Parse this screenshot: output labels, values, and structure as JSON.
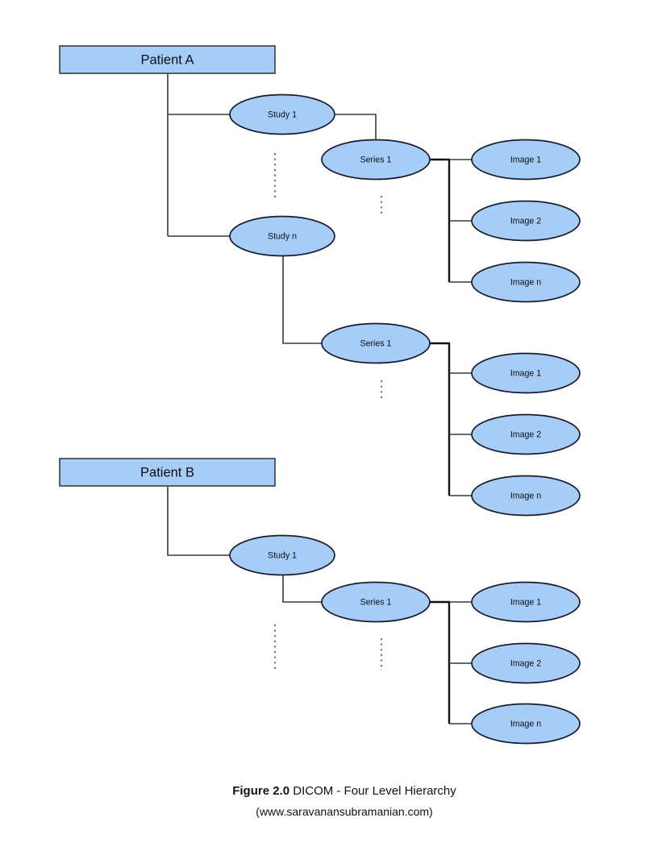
{
  "figure": {
    "caption_bold": "Figure 2.0",
    "caption_rest": " DICOM - Four Level Hierarchy",
    "source": "(www.saravanansubramanian.com)"
  },
  "colors": {
    "node_fill": "#A5CDF5",
    "node_stroke": "#1b1b2f",
    "box_stroke": "#3b3b3b",
    "link_stroke": "#3a3a3a",
    "dots_stroke": "#777777",
    "text": "#0d0d1a",
    "background": "#ffffff"
  },
  "diagram": {
    "type": "tree-hierarchy",
    "levels": [
      "Patient",
      "Study",
      "Series",
      "Image"
    ],
    "patients": [
      {
        "id": "patient-a",
        "label": "Patient A",
        "studies": [
          {
            "id": "study-a-1",
            "label": "Study 1",
            "series": [
              {
                "id": "series-a-1-1",
                "label": "Series 1",
                "images": [
                  {
                    "id": "image-a-1-1-1",
                    "label": "Image 1"
                  },
                  {
                    "id": "image-a-1-1-2",
                    "label": "Image 2"
                  },
                  {
                    "id": "image-a-1-1-n",
                    "label": "Image n"
                  }
                ],
                "has_series_ellipsis": true
              }
            ]
          },
          {
            "id": "study-a-n",
            "label": "Study n",
            "series": [
              {
                "id": "series-a-n-1",
                "label": "Series 1",
                "images": [
                  {
                    "id": "image-a-n-1-1",
                    "label": "Image 1"
                  },
                  {
                    "id": "image-a-n-1-2",
                    "label": "Image 2"
                  },
                  {
                    "id": "image-a-n-1-n",
                    "label": "Image n"
                  }
                ],
                "has_series_ellipsis": true
              }
            ]
          }
        ],
        "has_study_ellipsis": true
      },
      {
        "id": "patient-b",
        "label": "Patient B",
        "studies": [
          {
            "id": "study-b-1",
            "label": "Study 1",
            "series": [
              {
                "id": "series-b-1-1",
                "label": "Series 1",
                "images": [
                  {
                    "id": "image-b-1-1-1",
                    "label": "Image 1"
                  },
                  {
                    "id": "image-b-1-1-2",
                    "label": "Image 2"
                  },
                  {
                    "id": "image-b-1-1-n",
                    "label": "Image n"
                  }
                ],
                "has_series_ellipsis": true
              }
            ]
          }
        ],
        "has_study_ellipsis": true
      }
    ]
  },
  "labels": {
    "patient_a": "Patient A",
    "patient_b": "Patient B",
    "a_study_1": "Study 1",
    "a_study_n": "Study n",
    "a_series_1": "Series 1",
    "a_series_2": "Series 1",
    "a_img_1_1": "Image 1",
    "a_img_1_2": "Image 2",
    "a_img_1_n": "Image n",
    "a_img_2_1": "Image 1",
    "a_img_2_2": "Image 2",
    "a_img_2_n": "Image n",
    "b_study_1": "Study 1",
    "b_series_1": "Series 1",
    "b_img_1": "Image 1",
    "b_img_2": "Image 2",
    "b_img_n": "Image n"
  }
}
